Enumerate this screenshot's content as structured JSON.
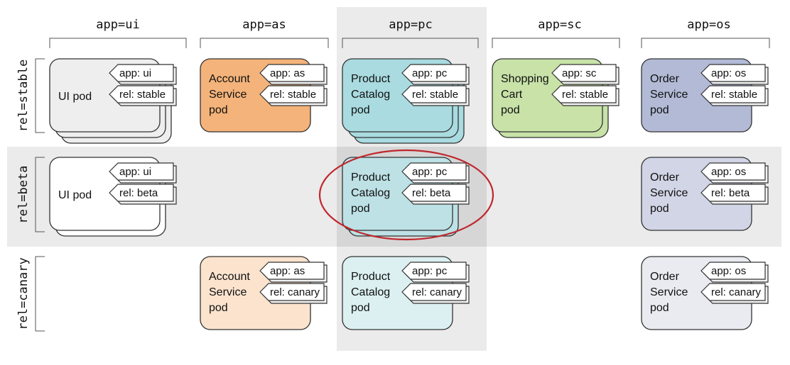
{
  "columns": [
    {
      "key": "ui",
      "label": "app=ui"
    },
    {
      "key": "as",
      "label": "app=as"
    },
    {
      "key": "pc",
      "label": "app=pc"
    },
    {
      "key": "sc",
      "label": "app=sc"
    },
    {
      "key": "os",
      "label": "app=os"
    }
  ],
  "rows": [
    {
      "key": "stable",
      "label": "rel=stable"
    },
    {
      "key": "beta",
      "label": "rel=beta"
    },
    {
      "key": "canary",
      "label": "rel=canary"
    }
  ],
  "colors": {
    "row_band": "#ebebeb",
    "column_highlight": "#ebebeb",
    "intersection": "#d6d6d6",
    "highlight_ellipse": "#c0272d",
    "pod_stroke": "#333333"
  },
  "pods": [
    {
      "col": "ui",
      "row": "stable",
      "title": [
        "UI pod"
      ],
      "app_label": "app: ui",
      "rel_label": "rel: stable",
      "fill": "#eeeeee",
      "copies": 3
    },
    {
      "col": "as",
      "row": "stable",
      "title": [
        "Account",
        "Service",
        "pod"
      ],
      "app_label": "app: as",
      "rel_label": "rel: stable",
      "fill": "#f4b37a",
      "copies": 1
    },
    {
      "col": "pc",
      "row": "stable",
      "title": [
        "Product",
        "Catalog",
        "pod"
      ],
      "app_label": "app: pc",
      "rel_label": "rel: stable",
      "fill": "#a9dbe0",
      "copies": 3
    },
    {
      "col": "sc",
      "row": "stable",
      "title": [
        "Shopping",
        "Cart",
        "pod"
      ],
      "app_label": "app: sc",
      "rel_label": "rel: stable",
      "fill": "#c8e2a8",
      "copies": 2
    },
    {
      "col": "os",
      "row": "stable",
      "title": [
        "Order",
        "Service",
        "pod"
      ],
      "app_label": "app: os",
      "rel_label": "rel: stable",
      "fill": "#b2bad6",
      "copies": 1
    },
    {
      "col": "ui",
      "row": "beta",
      "title": [
        "UI pod"
      ],
      "app_label": "app: ui",
      "rel_label": "rel: beta",
      "fill": "#ffffff",
      "copies": 2
    },
    {
      "col": "pc",
      "row": "beta",
      "title": [
        "Product",
        "Catalog",
        "pod"
      ],
      "app_label": "app: pc",
      "rel_label": "rel: beta",
      "fill": "#bde1e5",
      "copies": 2
    },
    {
      "col": "os",
      "row": "beta",
      "title": [
        "Order",
        "Service",
        "pod"
      ],
      "app_label": "app: os",
      "rel_label": "rel: beta",
      "fill": "#d2d5e6",
      "copies": 1
    },
    {
      "col": "as",
      "row": "canary",
      "title": [
        "Account",
        "Service",
        "pod"
      ],
      "app_label": "app: as",
      "rel_label": "rel: canary",
      "fill": "#fbe3ce",
      "copies": 1
    },
    {
      "col": "pc",
      "row": "canary",
      "title": [
        "Product",
        "Catalog",
        "pod"
      ],
      "app_label": "app: pc",
      "rel_label": "rel: canary",
      "fill": "#dcf0f2",
      "copies": 1
    },
    {
      "col": "os",
      "row": "canary",
      "title": [
        "Order",
        "Service",
        "pod"
      ],
      "app_label": "app: os",
      "rel_label": "rel: canary",
      "fill": "#eaebf1",
      "copies": 1
    }
  ],
  "highlight": {
    "col": "pc",
    "row": "beta"
  }
}
